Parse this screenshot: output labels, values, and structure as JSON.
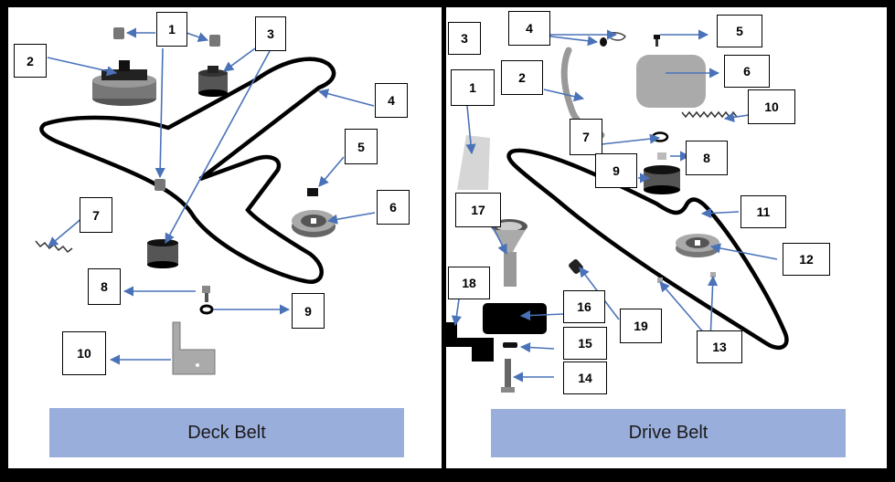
{
  "panels": {
    "deck": {
      "caption": "Deck Belt",
      "callouts": [
        "1",
        "2",
        "3",
        "4",
        "5",
        "6",
        "7",
        "8",
        "9",
        "10"
      ]
    },
    "drive": {
      "caption": "Drive Belt",
      "callouts": [
        "1",
        "2",
        "3",
        "4",
        "5",
        "6",
        "7",
        "8",
        "9",
        "10",
        "11",
        "12",
        "13",
        "14",
        "15",
        "16",
        "17",
        "18",
        "19"
      ]
    },
    "colors": {
      "background": "#000000",
      "panel": "#ffffff",
      "caption_fill": "#9aaedc",
      "arrow": "#4a72b8"
    }
  }
}
